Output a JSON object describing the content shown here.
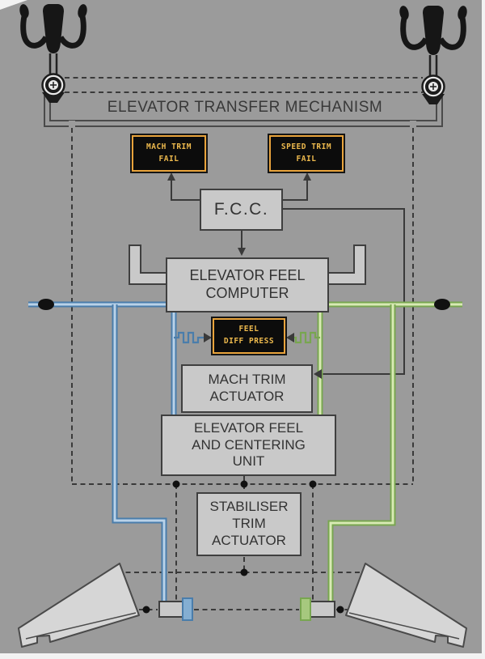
{
  "colors": {
    "bg": "#9b9b9b",
    "box_fill": "#c9c9c9",
    "box_border": "#3f3f3f",
    "text_dark": "#333333",
    "line_dark": "#3a3a3a",
    "amber": "#e8a33c",
    "amber_text": "#edb94d",
    "ann_bg": "#0c0c0c",
    "blue_edge": "#4a7dab",
    "blue_core": "#b9d2e8",
    "blue_cap": "#84aed2",
    "green_edge": "#78a650",
    "green_core": "#d8eab4",
    "green_cap": "#a6c87e",
    "metal": "#d6d6d6"
  },
  "transfer_mechanism": {
    "label": "ELEVATOR TRANSFER MECHANISM"
  },
  "annunciators": {
    "mach_trim_fail": {
      "lines": [
        "MACH TRIM",
        "FAIL"
      ]
    },
    "speed_trim_fail": {
      "lines": [
        "SPEED TRIM",
        "FAIL"
      ]
    },
    "feel_diff_press": {
      "lines": [
        "FEEL",
        "DIFF PRESS"
      ]
    }
  },
  "boxes": {
    "fcc": {
      "label": "F.C.C."
    },
    "elevator_feel_computer": {
      "lines": [
        "ELEVATOR FEEL",
        "COMPUTER"
      ]
    },
    "mach_trim_actuator": {
      "lines": [
        "MACH TRIM",
        "ACTUATOR"
      ]
    },
    "elevator_feel_and_centering_unit": {
      "lines": [
        "ELEVATOR FEEL",
        "AND CENTERING",
        "UNIT"
      ]
    },
    "stabiliser_trim_actuator": {
      "lines": [
        "STABILISER",
        "TRIM",
        "ACTUATOR"
      ]
    }
  }
}
